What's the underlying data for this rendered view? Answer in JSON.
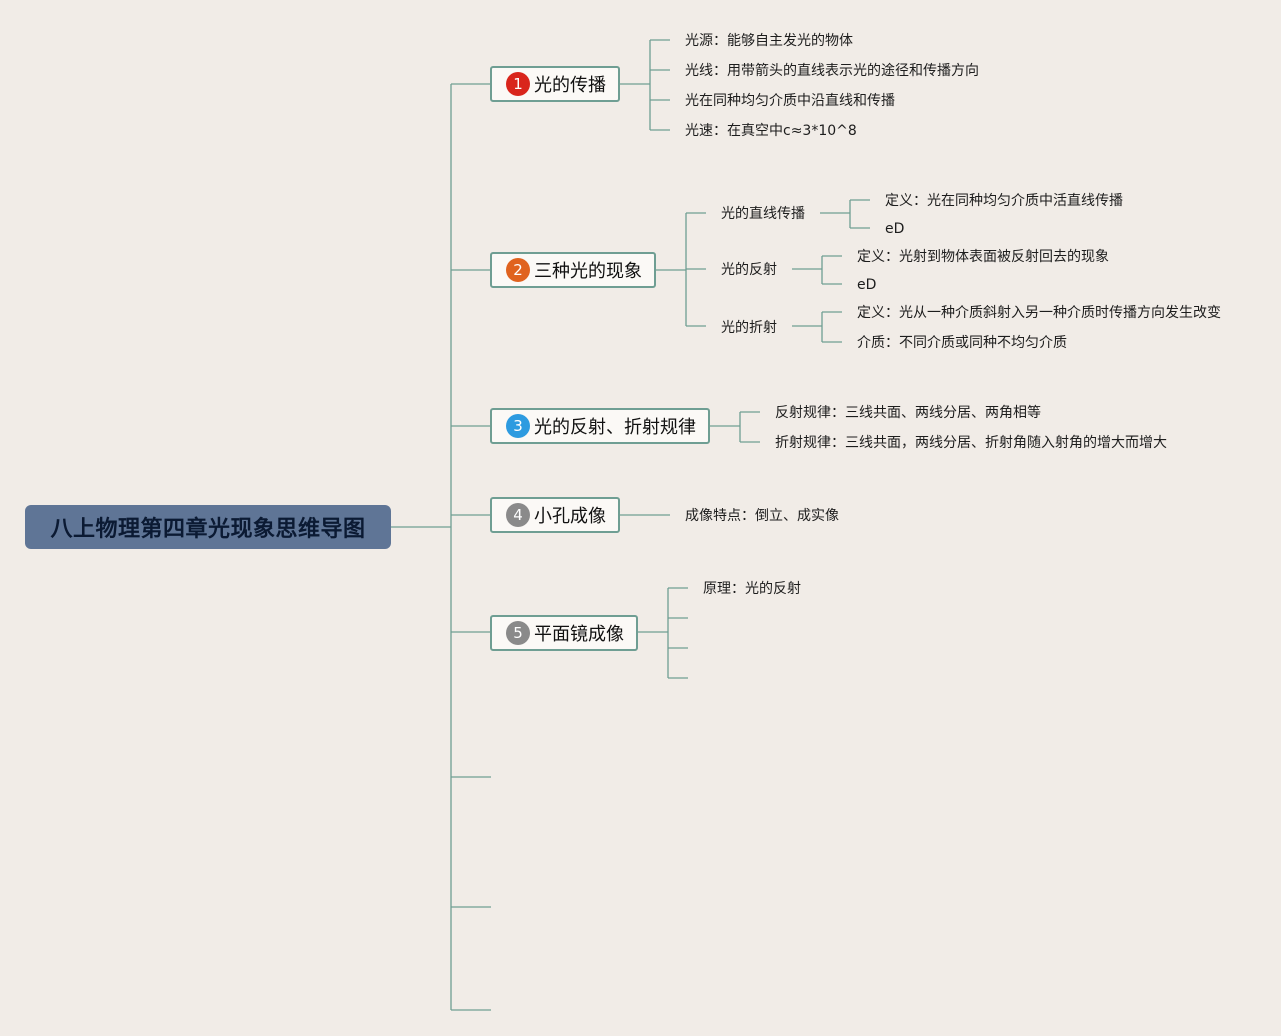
{
  "root": {
    "title": "八上物理第四章光现象思维导图"
  },
  "topics": [
    {
      "number": "1",
      "badge_color": "#d9251c",
      "title": "光的传播",
      "leaves": [
        "光源：能够自主发光的物体",
        "光线：用带箭头的直线表示光的途径和传播方向",
        "光在同种均匀介质中沿直线和传播",
        "光速：在真空中c≈3*10^8"
      ]
    },
    {
      "number": "2",
      "badge_color": "#e0631f",
      "title": "三种光的现象",
      "subtopics": [
        {
          "title": "光的直线传播",
          "leaves": [
            "定义：光在同种均匀介质中活直线传播",
            "eD"
          ]
        },
        {
          "title": "光的反射",
          "leaves": [
            "定义：光射到物体表面被反射回去的现象",
            "eD"
          ]
        },
        {
          "title": "光的折射",
          "leaves": [
            "定义：光从一种介质斜射入另一种介质时传播方向发生改变",
            "介质：不同介质或同种不均匀介质"
          ]
        }
      ]
    },
    {
      "number": "3",
      "badge_color": "#2d9be0",
      "title": "光的反射、折射规律",
      "leaves": [
        "反射规律：三线共面、两线分居、两角相等",
        "折射规律：三线共面，两线分居、折射角随入射角的增大而增大"
      ]
    },
    {
      "number": "4",
      "badge_color": "#8a8a8a",
      "title": "小孔成像",
      "leaves": [
        "成像特点：倒立、成实像"
      ]
    },
    {
      "number": "5",
      "badge_color": "#8a8a8a",
      "title": "平面镜成像",
      "leaves": [
        "原理：光的反射",
        "",
        "",
        ""
      ]
    }
  ]
}
